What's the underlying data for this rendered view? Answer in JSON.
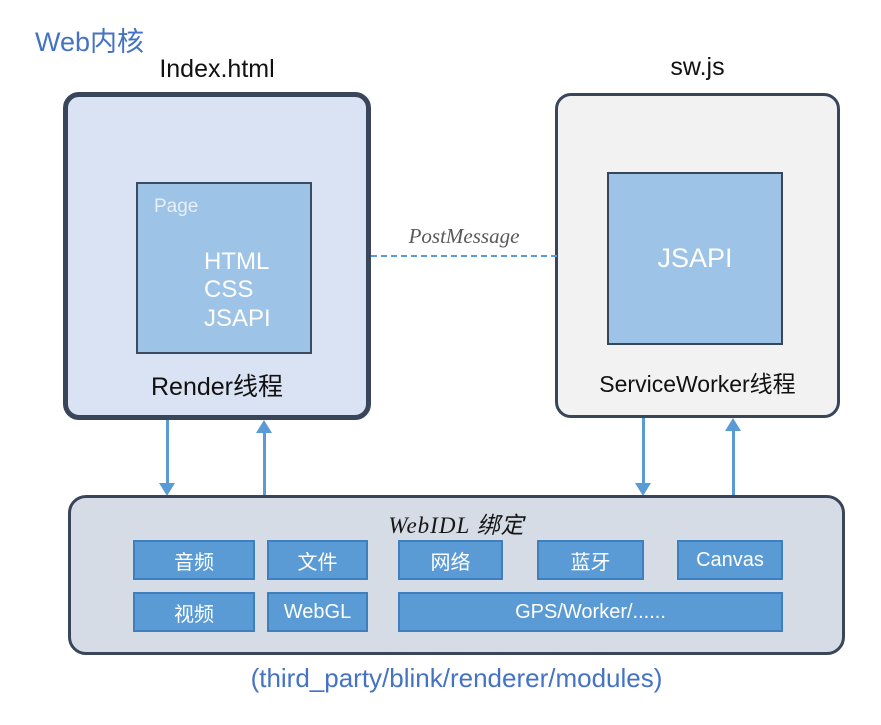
{
  "page": {
    "title": "Web内核",
    "caption": "(third_party/blink/renderer/modules)"
  },
  "render_section": {
    "file_label": "Index.html",
    "thread_label": "Render线程",
    "page_box": {
      "label": "Page",
      "lines": [
        "HTML",
        "CSS",
        "JSAPI"
      ]
    }
  },
  "sw_section": {
    "file_label": "sw.js",
    "thread_label": "ServiceWorker线程",
    "inner_label": "JSAPI"
  },
  "connection": {
    "label": "PostMessage",
    "style": "dashed"
  },
  "webidl": {
    "title": "WebIDL 绑定",
    "modules_row1": [
      "音频",
      "文件",
      "网络",
      "蓝牙",
      "Canvas"
    ],
    "modules_row2": [
      "视频",
      "WebGL",
      "GPS/Worker/......"
    ]
  },
  "colors": {
    "accent_blue": "#5B9BD5",
    "title_blue": "#4472C4",
    "box_border": "#39465A",
    "render_fill": "#DAE3F3",
    "sw_fill": "#F2F2F2",
    "inner_fill": "#9DC3E6",
    "webidl_fill": "#D6DCE6"
  }
}
